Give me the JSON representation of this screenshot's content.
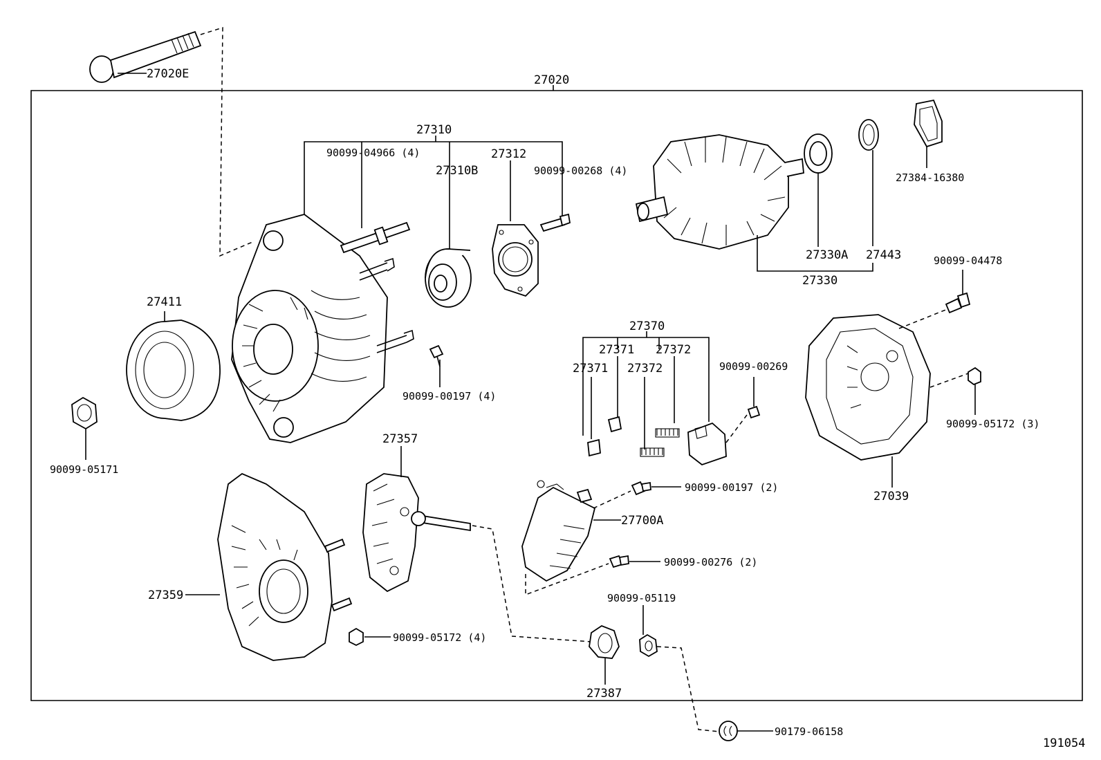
{
  "diagram_id": "191054",
  "labels": {
    "assembly": "27020",
    "bolt_through": "27020E",
    "frame_drive_assy": "27310",
    "stud_bolt": "90099-04966 (4)",
    "bearing_front": "27310B",
    "retainer_plate": "27312",
    "screw_retainer": "90099-00268 (4)",
    "rotor_assy": "27330",
    "bearing_rear": "27330A",
    "ring": "27443",
    "cover_ring": "27384-16380",
    "pulley": "27411",
    "nut_pulley": "90099-05171",
    "screw_terminal": "90099-00197 (4)",
    "brush_holder_assy": "27370",
    "brush_a": "27371",
    "brush_b": "27371",
    "spring_a": "27372",
    "spring_b": "27372",
    "screw_brush": "90099-00269",
    "bolt_cover": "90099-04478",
    "nut_cover": "90099-05172 (3)",
    "end_cover": "27039",
    "rectifier": "27357",
    "screw_regulator": "90099-00197 (2)",
    "regulator": "27700A",
    "screw_regulator_b": "90099-00276 (2)",
    "frame_rectifier_end": "27359",
    "nut_frame": "90099-05172 (4)",
    "insulator": "27387",
    "nut_terminal": "90099-05119",
    "cap_terminal": "90179-06158"
  }
}
